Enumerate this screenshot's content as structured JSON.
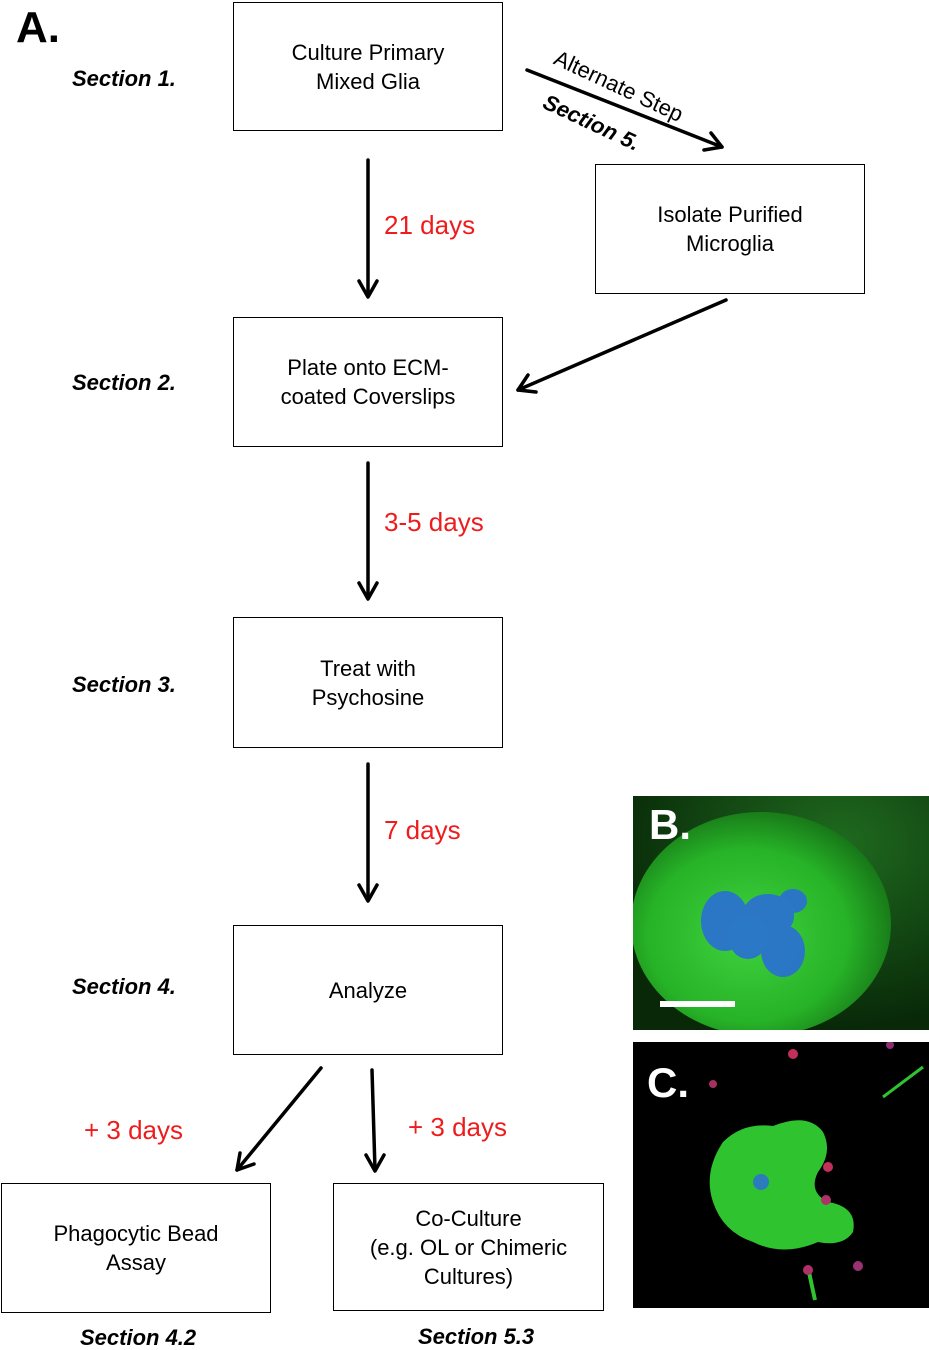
{
  "panels": {
    "a": "A.",
    "b": "B.",
    "c": "C."
  },
  "sections": {
    "s1": "Section 1.",
    "s2": "Section 2.",
    "s3": "Section 3.",
    "s4": "Section 4.",
    "s42": "Section 4.2",
    "s53": "Section 5.3",
    "s5": "Section 5."
  },
  "steps": {
    "culture": "Culture Primary\nMixed Glia",
    "isolate": "Isolate Purified\nMicroglia",
    "plate": "Plate onto ECM-\ncoated Coverslips",
    "treat": "Treat with\nPsychosine",
    "analyze": "Analyze",
    "phago": "Phagocytic Bead\nAssay",
    "coculture": "Co-Culture\n(e.g. OL or Chimeric\nCultures)"
  },
  "durations": {
    "d21": "21 days",
    "d35": "3-5 days",
    "d7": "7 days",
    "plus3a": "+ 3 days",
    "plus3b": "+ 3 days"
  },
  "alternate": "Alternate Step",
  "colors": {
    "duration_red": "#ee1c1c",
    "cell_green": "#2fc42f",
    "nucleus_blue": "#2a6fd6",
    "background_black": "#000000"
  }
}
